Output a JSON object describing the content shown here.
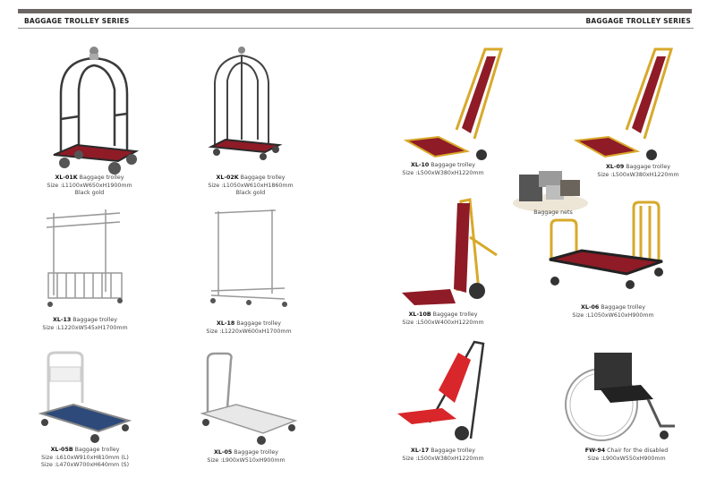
{
  "header": {
    "left_title": "BAGGAGE TROLLEY SERIES",
    "right_title": "BAGGAGE TROLLEY SERIES"
  },
  "colors": {
    "top_bar": "#6b6664",
    "rule": "#8a8a8a",
    "red_carpet": "#8e1b26",
    "gold": "#d8a92a",
    "chrome": "#9a9a9a",
    "black_frame": "#2e2e2e"
  },
  "products": [
    {
      "code": "XL-01K",
      "name": "Baggage trolley",
      "size": "Size :L1100xW650xH1900mm",
      "note": "Black gold"
    },
    {
      "code": "XL-02K",
      "name": "Baggage trolley",
      "size": "Size :L1050xW610xH1860mm",
      "note": "Black gold"
    },
    {
      "code": "XL-13",
      "name": "Baggage trolley",
      "size": "Size :L1220xW545xH1700mm"
    },
    {
      "code": "XL-18",
      "name": "Baggage trolley",
      "size": "Size :L1220xW600xH1700mm"
    },
    {
      "code": "XL-05B",
      "name": "Baggage trolley",
      "size": "Size :L610xW910xH810mm (L)",
      "size2": "Size :L470xW700xH640mm (S)"
    },
    {
      "code": "XL-05",
      "name": "Baggage trolley",
      "size": "Size :L900xW510xH900mm"
    },
    {
      "code": "XL-10",
      "name": "Baggage trolley",
      "size": "Size :L500xW380xH1220mm"
    },
    {
      "code": "XL-09",
      "name": "Baggage trolley",
      "size": "Size :L500xW380xH1220mm"
    },
    {
      "code": "",
      "name": "Baggage nets"
    },
    {
      "code": "XL-10B",
      "name": "Baggage trolley",
      "size": "Size :L500xW400xH1220mm"
    },
    {
      "code": "XL-06",
      "name": "Baggage trolley",
      "size": "Size :L1050xW610xH900mm"
    },
    {
      "code": "XL-17",
      "name": "Baggage trolley",
      "size": "Size :L500xW380xH1220mm"
    },
    {
      "code": "FW-94",
      "name": "Chair for the disabled",
      "size": "Size :L900xW550xH900mm"
    }
  ]
}
